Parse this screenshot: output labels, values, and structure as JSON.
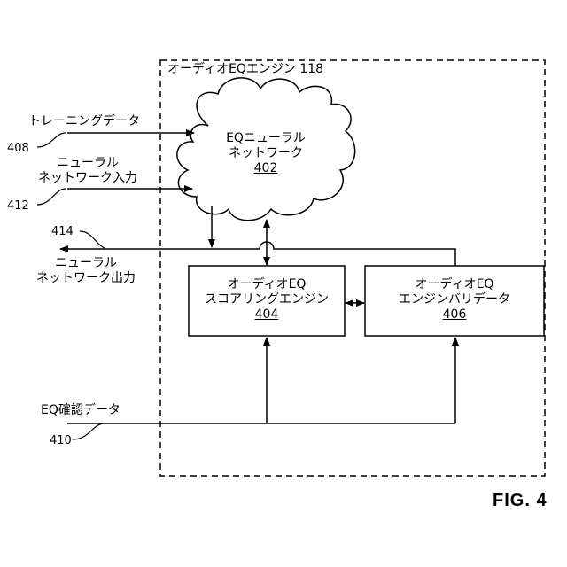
{
  "engine": {
    "title": "オーディオEQエンジン",
    "ref": "118"
  },
  "network": {
    "line1": "EQニューラル",
    "line2": "ネットワーク",
    "ref": "402"
  },
  "scoring": {
    "line1": "オーディオEQ",
    "line2": "スコアリングエンジン",
    "ref": "404"
  },
  "validator": {
    "line1": "オーディオEQ",
    "line2": "エンジンバリデータ",
    "ref": "406"
  },
  "inputs": {
    "training": {
      "label": "トレーニングデータ",
      "ref": "408"
    },
    "network_input": {
      "line1": "ニューラル",
      "line2": "ネットワーク入力",
      "ref": "412"
    },
    "confirm": {
      "label": "EQ確認データ",
      "ref": "410"
    }
  },
  "output": {
    "line1": "ニューラル",
    "line2": "ネットワーク出力",
    "ref": "414"
  },
  "figure": {
    "label": "FIG. 4"
  }
}
